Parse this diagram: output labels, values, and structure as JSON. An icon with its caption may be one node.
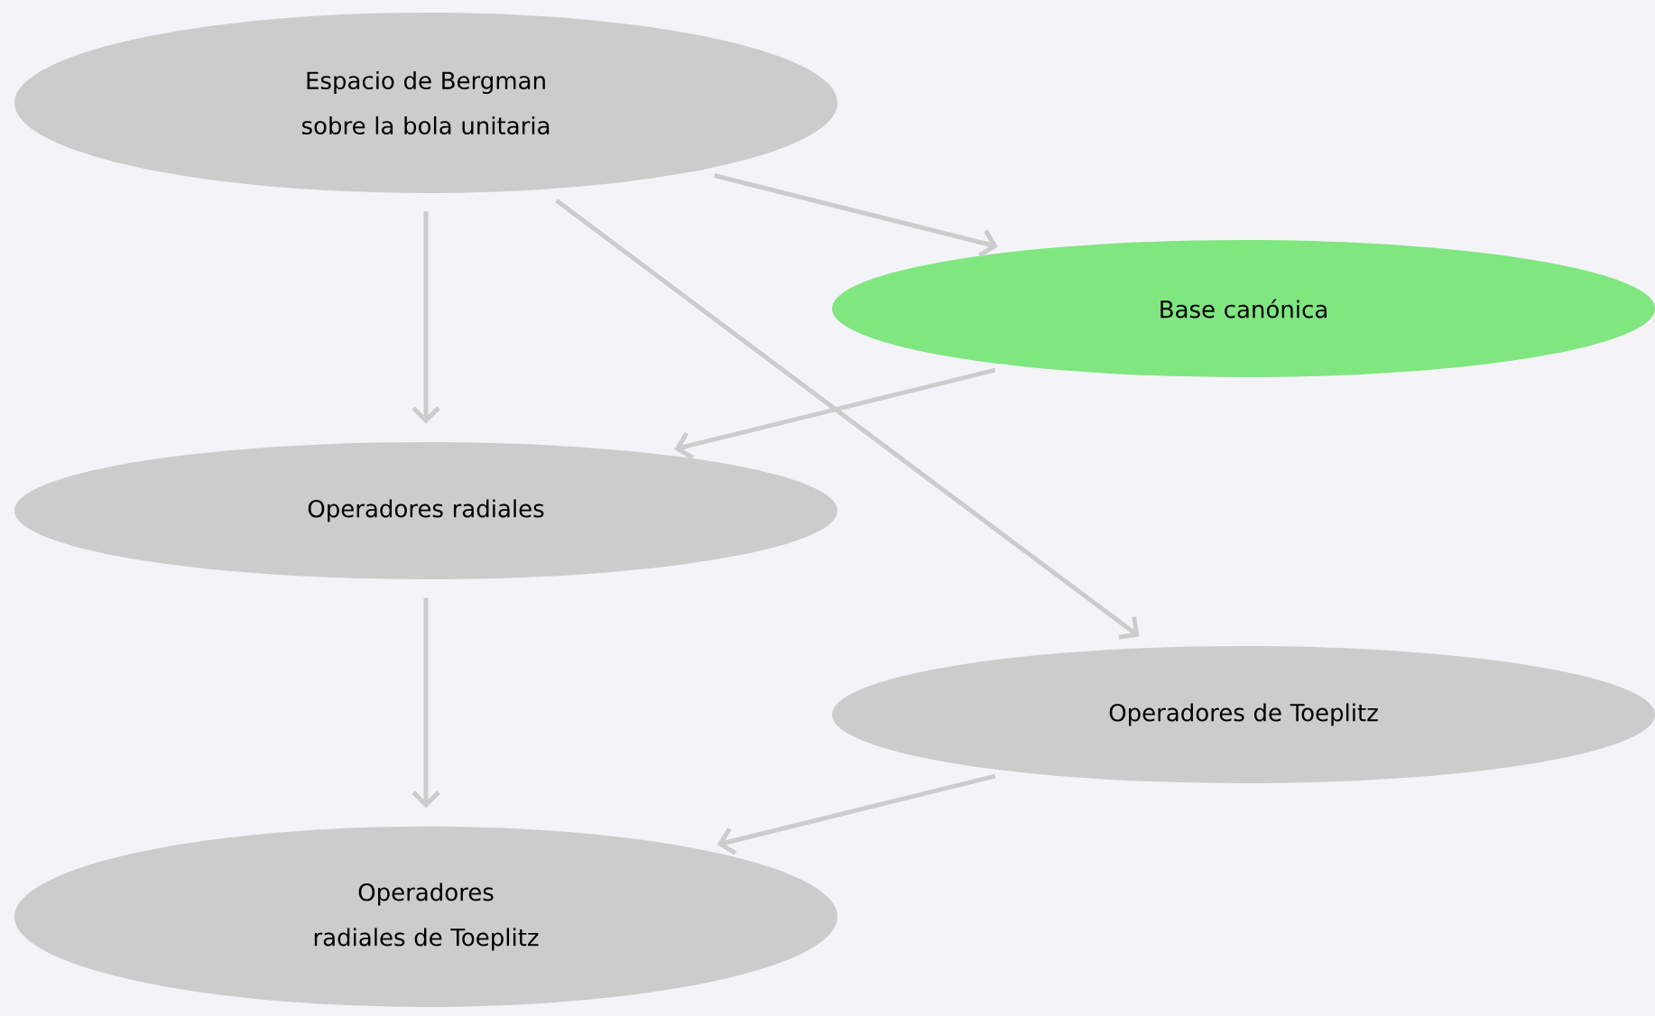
{
  "diagram": {
    "nodes": [
      {
        "text": [
          "Espacio de Bergman sobre la bola unitaria"
        ]
      },
      {
        "text": [
          "Base canónica"
        ]
      },
      {
        "text": [
          "Operadores radiales"
        ]
      },
      {
        "text": [
          "Operadores de Toeplitz"
        ]
      },
      {
        "text": [
          "Operadores radiales de Toeplitz"
        ]
      }
    ],
    "edges": [
      {
        "from": 0,
        "to": 1,
        "arrow": "to"
      },
      {
        "from": 0,
        "to": 2,
        "arrow": "to"
      },
      {
        "from": 0,
        "to": 3,
        "arrow": "to"
      },
      {
        "from": 1,
        "to": 2,
        "arrow": "to"
      },
      {
        "from": 2,
        "to": 4,
        "arrow": "to"
      },
      {
        "from": 3,
        "to": 4,
        "arrow": "to"
      }
    ]
  }
}
